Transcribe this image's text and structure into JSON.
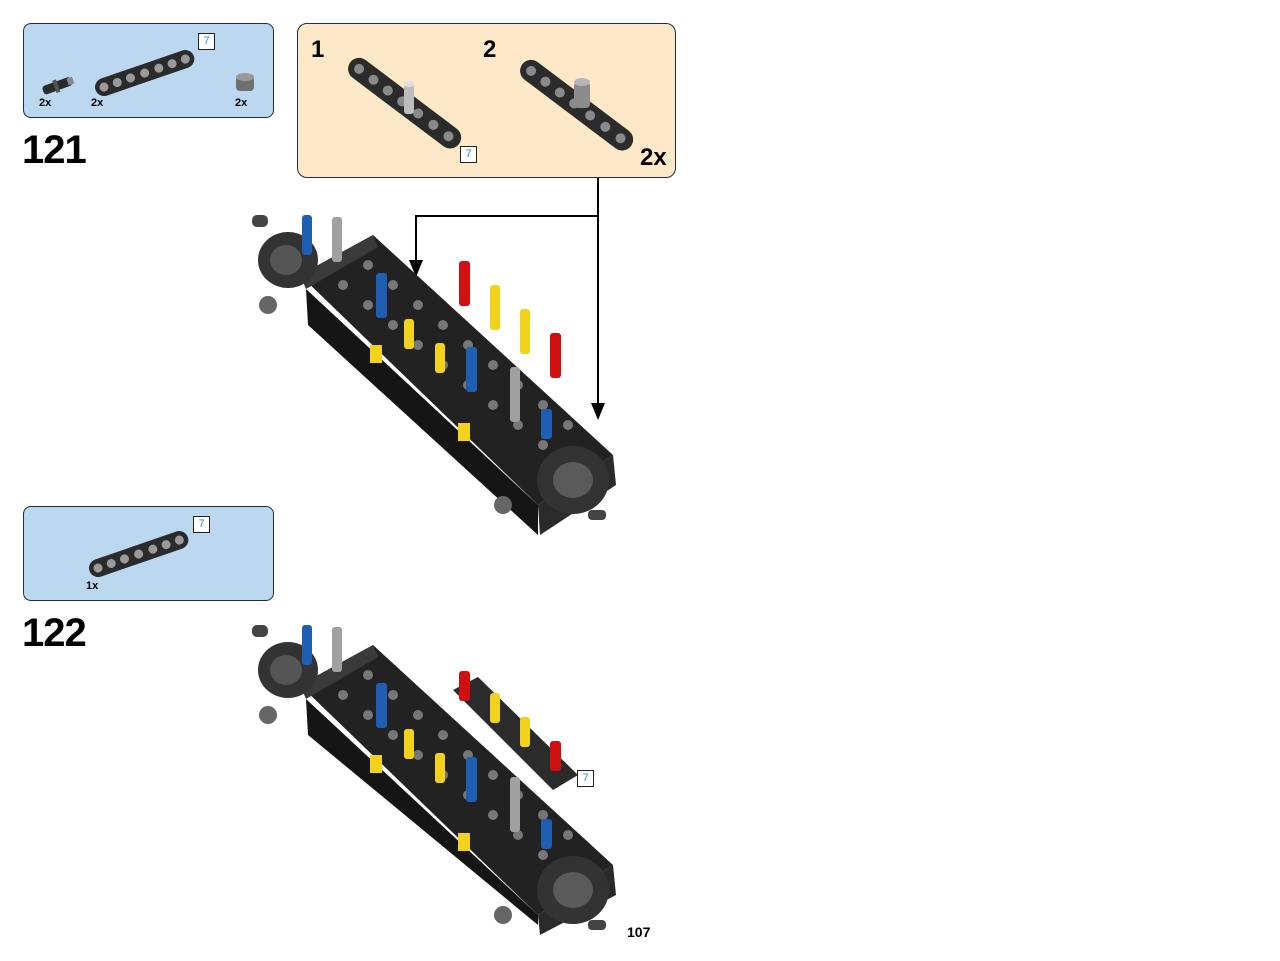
{
  "step121": {
    "number": "121",
    "parts": [
      {
        "qty": "2x",
        "icon": "axle-pin-icon"
      },
      {
        "qty": "2x",
        "icon": "liftarm-7-icon",
        "length": "7"
      },
      {
        "qty": "2x",
        "icon": "bush-icon"
      }
    ],
    "subassembly": {
      "steps": [
        {
          "num": "1",
          "length": "7"
        },
        {
          "num": "2",
          "count": "2x"
        }
      ]
    }
  },
  "step122": {
    "number": "122",
    "parts": [
      {
        "qty": "1x",
        "icon": "liftarm-7-icon",
        "length": "7"
      }
    ],
    "callout_length": "7"
  },
  "page_number": "107",
  "colors": {
    "parts_panel": "#bcd8f1",
    "subassembly_panel": "#fde9c8",
    "brick_dark": "#2b2b2b",
    "blue_pin": "#1e5fb4",
    "red_pin": "#d01010",
    "yellow_pin": "#f2d21a",
    "grey_axle": "#8a8a8a"
  }
}
